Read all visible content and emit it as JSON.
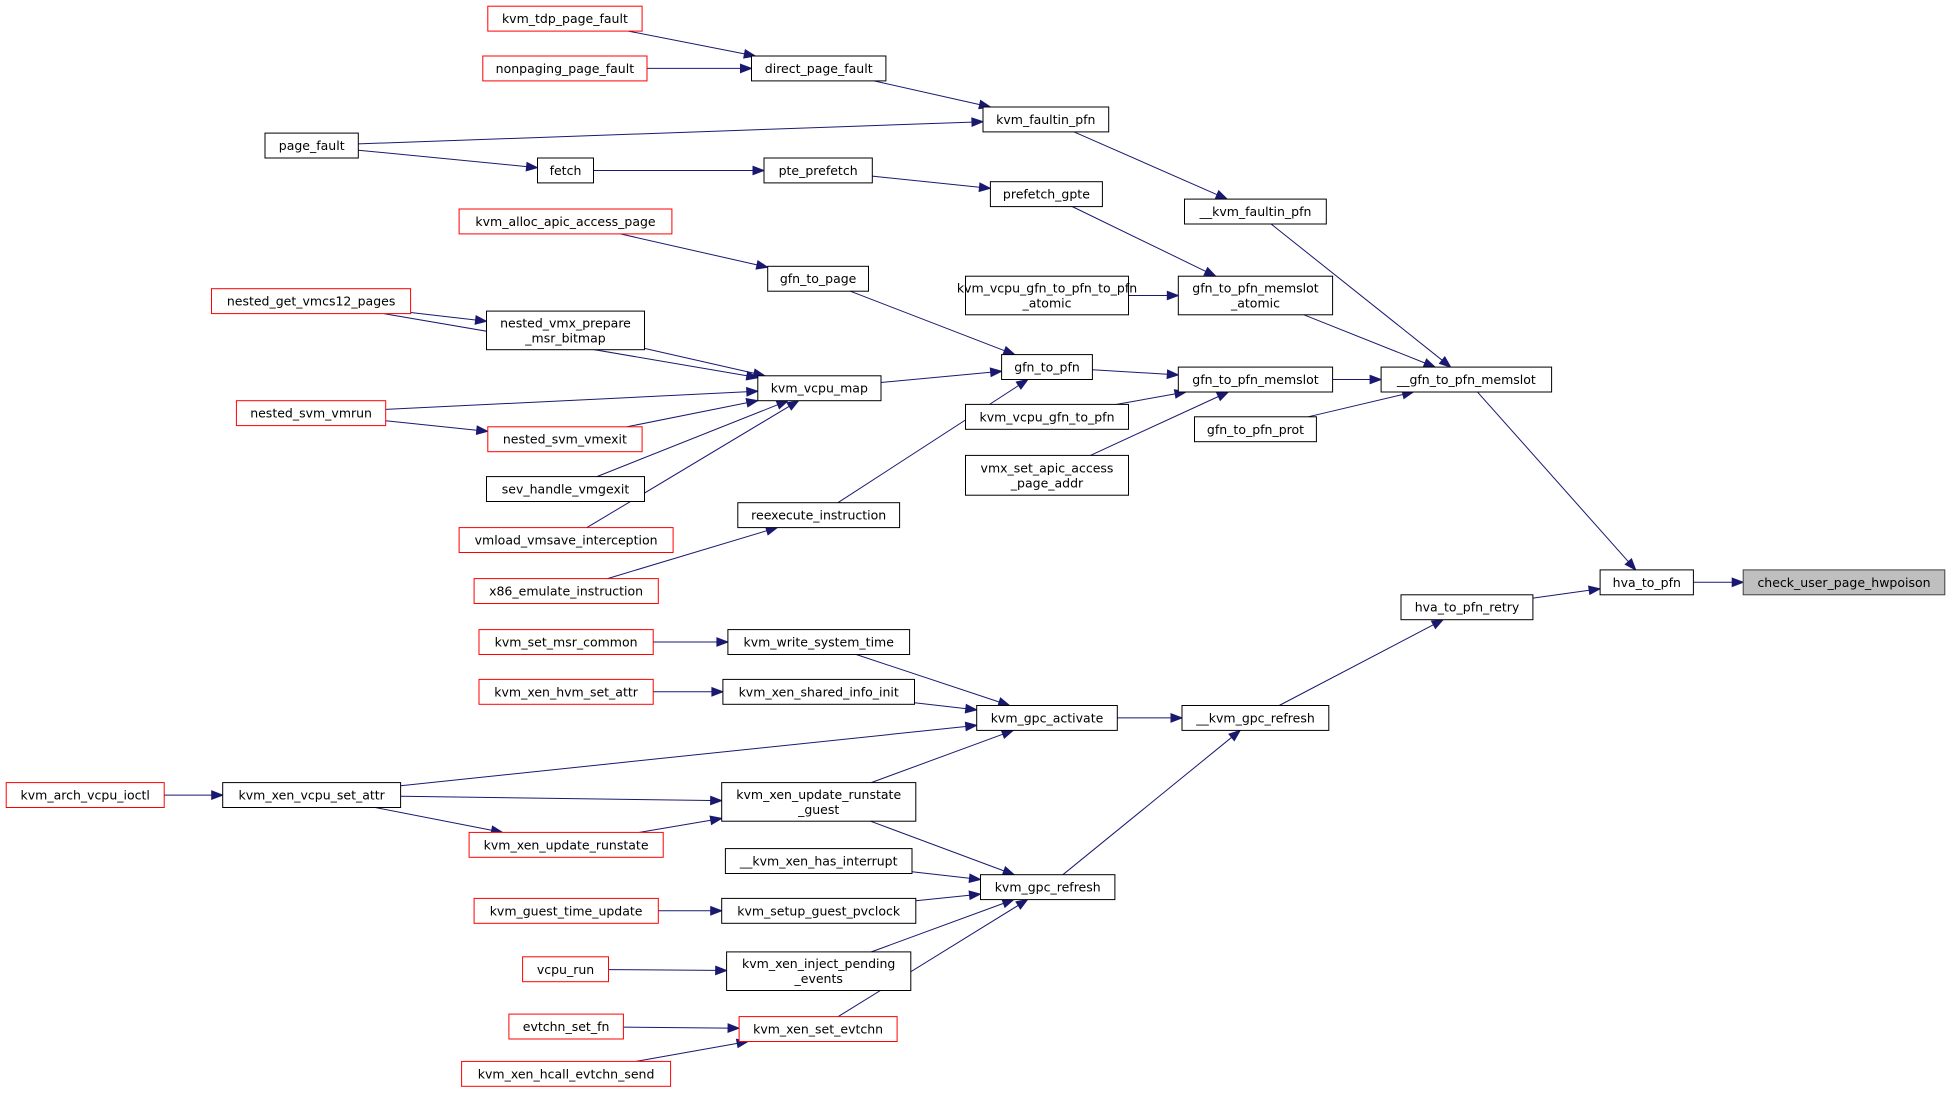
{
  "diagram": {
    "nodes": [
      {
        "id": "check_user_page_hwpoison",
        "lines": [
          "check_user_page_hwpoison"
        ],
        "style": "highlight"
      },
      {
        "id": "hva_to_pfn",
        "lines": [
          "hva_to_pfn"
        ],
        "style": "black"
      },
      {
        "id": "__gfn_to_pfn_memslot",
        "lines": [
          "__gfn_to_pfn_memslot"
        ],
        "style": "black"
      },
      {
        "id": "hva_to_pfn_retry",
        "lines": [
          "hva_to_pfn_retry"
        ],
        "style": "black"
      },
      {
        "id": "__kvm_faultin_pfn",
        "lines": [
          "__kvm_faultin_pfn"
        ],
        "style": "black"
      },
      {
        "id": "gfn_to_pfn_memslot_atomic",
        "lines": [
          "gfn_to_pfn_memslot",
          "_atomic"
        ],
        "style": "black"
      },
      {
        "id": "gfn_to_pfn_memslot",
        "lines": [
          "gfn_to_pfn_memslot"
        ],
        "style": "black"
      },
      {
        "id": "gfn_to_pfn_prot",
        "lines": [
          "gfn_to_pfn_prot"
        ],
        "style": "black"
      },
      {
        "id": "__kvm_gpc_refresh",
        "lines": [
          "__kvm_gpc_refresh"
        ],
        "style": "black"
      },
      {
        "id": "kvm_faultin_pfn",
        "lines": [
          "kvm_faultin_pfn"
        ],
        "style": "black"
      },
      {
        "id": "prefetch_gpte",
        "lines": [
          "prefetch_gpte"
        ],
        "style": "black"
      },
      {
        "id": "kvm_vcpu_gfn_to_pfn_atomic",
        "lines": [
          "kvm_vcpu_gfn_to_pfn_to_pfn",
          "_atomic"
        ],
        "style": "black"
      },
      {
        "id": "gfn_to_pfn",
        "lines": [
          "gfn_to_pfn"
        ],
        "style": "black"
      },
      {
        "id": "kvm_vcpu_gfn_to_pfn",
        "lines": [
          "kvm_vcpu_gfn_to_pfn"
        ],
        "style": "black"
      },
      {
        "id": "vmx_set_apic_access_page_addr",
        "lines": [
          "vmx_set_apic_access",
          "_page_addr"
        ],
        "style": "black"
      },
      {
        "id": "kvm_gpc_activate",
        "lines": [
          "kvm_gpc_activate"
        ],
        "style": "black"
      },
      {
        "id": "kvm_gpc_refresh",
        "lines": [
          "kvm_gpc_refresh"
        ],
        "style": "black"
      },
      {
        "id": "direct_page_fault",
        "lines": [
          "direct_page_fault"
        ],
        "style": "black"
      },
      {
        "id": "pte_prefetch",
        "lines": [
          "pte_prefetch"
        ],
        "style": "black"
      },
      {
        "id": "gfn_to_page",
        "lines": [
          "gfn_to_page"
        ],
        "style": "black"
      },
      {
        "id": "kvm_vcpu_map",
        "lines": [
          "kvm_vcpu_map"
        ],
        "style": "black"
      },
      {
        "id": "reexecute_instruction",
        "lines": [
          "reexecute_instruction"
        ],
        "style": "black"
      },
      {
        "id": "kvm_write_system_time",
        "lines": [
          "kvm_write_system_time"
        ],
        "style": "black"
      },
      {
        "id": "kvm_xen_shared_info_init",
        "lines": [
          "kvm_xen_shared_info_init"
        ],
        "style": "black"
      },
      {
        "id": "kvm_xen_update_runstate_guest",
        "lines": [
          "kvm_xen_update_runstate",
          "_guest"
        ],
        "style": "black"
      },
      {
        "id": "__kvm_xen_has_interrupt",
        "lines": [
          "__kvm_xen_has_interrupt"
        ],
        "style": "black"
      },
      {
        "id": "kvm_setup_guest_pvclock",
        "lines": [
          "kvm_setup_guest_pvclock"
        ],
        "style": "black"
      },
      {
        "id": "kvm_xen_inject_pending_events",
        "lines": [
          "kvm_xen_inject_pending",
          "_events"
        ],
        "style": "black"
      },
      {
        "id": "kvm_xen_set_evtchn",
        "lines": [
          "kvm_xen_set_evtchn"
        ],
        "style": "red"
      },
      {
        "id": "kvm_tdp_page_fault",
        "lines": [
          "kvm_tdp_page_fault"
        ],
        "style": "red"
      },
      {
        "id": "nonpaging_page_fault",
        "lines": [
          "nonpaging_page_fault"
        ],
        "style": "red"
      },
      {
        "id": "fetch",
        "lines": [
          "fetch"
        ],
        "style": "black"
      },
      {
        "id": "kvm_alloc_apic_access_page",
        "lines": [
          "kvm_alloc_apic_access_page"
        ],
        "style": "red"
      },
      {
        "id": "nested_vmx_prepare_msr_bitmap",
        "lines": [
          "nested_vmx_prepare",
          "_msr_bitmap"
        ],
        "style": "black"
      },
      {
        "id": "nested_svm_vmexit",
        "lines": [
          "nested_svm_vmexit"
        ],
        "style": "red"
      },
      {
        "id": "sev_handle_vmgexit",
        "lines": [
          "sev_handle_vmgexit"
        ],
        "style": "black"
      },
      {
        "id": "vmload_vmsave_interception",
        "lines": [
          "vmload_vmsave_interception"
        ],
        "style": "red"
      },
      {
        "id": "x86_emulate_instruction",
        "lines": [
          "x86_emulate_instruction"
        ],
        "style": "red"
      },
      {
        "id": "kvm_set_msr_common",
        "lines": [
          "kvm_set_msr_common"
        ],
        "style": "red"
      },
      {
        "id": "kvm_xen_hvm_set_attr",
        "lines": [
          "kvm_xen_hvm_set_attr"
        ],
        "style": "red"
      },
      {
        "id": "kvm_xen_update_runstate",
        "lines": [
          "kvm_xen_update_runstate"
        ],
        "style": "red"
      },
      {
        "id": "kvm_guest_time_update",
        "lines": [
          "kvm_guest_time_update"
        ],
        "style": "red"
      },
      {
        "id": "vcpu_run",
        "lines": [
          "vcpu_run"
        ],
        "style": "red"
      },
      {
        "id": "evtchn_set_fn",
        "lines": [
          "evtchn_set_fn"
        ],
        "style": "red"
      },
      {
        "id": "kvm_xen_hcall_evtchn_send",
        "lines": [
          "kvm_xen_hcall_evtchn_send"
        ],
        "style": "red"
      },
      {
        "id": "page_fault",
        "lines": [
          "page_fault"
        ],
        "style": "black"
      },
      {
        "id": "nested_get_vmcs12_pages",
        "lines": [
          "nested_get_vmcs12_pages"
        ],
        "style": "red"
      },
      {
        "id": "nested_svm_vmrun",
        "lines": [
          "nested_svm_vmrun"
        ],
        "style": "red"
      },
      {
        "id": "kvm_xen_vcpu_set_attr",
        "lines": [
          "kvm_xen_vcpu_set_attr"
        ],
        "style": "black"
      },
      {
        "id": "kvm_arch_vcpu_ioctl",
        "lines": [
          "kvm_arch_vcpu_ioctl"
        ],
        "style": "red"
      }
    ],
    "edges": [
      {
        "from": "hva_to_pfn",
        "to": "check_user_page_hwpoison"
      },
      {
        "from": "__gfn_to_pfn_memslot",
        "to": "hva_to_pfn"
      },
      {
        "from": "hva_to_pfn_retry",
        "to": "hva_to_pfn"
      },
      {
        "from": "__kvm_faultin_pfn",
        "to": "__gfn_to_pfn_memslot"
      },
      {
        "from": "gfn_to_pfn_memslot_atomic",
        "to": "__gfn_to_pfn_memslot"
      },
      {
        "from": "gfn_to_pfn_memslot",
        "to": "__gfn_to_pfn_memslot"
      },
      {
        "from": "gfn_to_pfn_prot",
        "to": "__gfn_to_pfn_memslot"
      },
      {
        "from": "__kvm_gpc_refresh",
        "to": "hva_to_pfn_retry"
      },
      {
        "from": "kvm_faultin_pfn",
        "to": "__kvm_faultin_pfn"
      },
      {
        "from": "prefetch_gpte",
        "to": "gfn_to_pfn_memslot_atomic"
      },
      {
        "from": "kvm_vcpu_gfn_to_pfn_atomic",
        "to": "gfn_to_pfn_memslot_atomic"
      },
      {
        "from": "gfn_to_pfn",
        "to": "gfn_to_pfn_memslot"
      },
      {
        "from": "kvm_vcpu_gfn_to_pfn",
        "to": "gfn_to_pfn_memslot"
      },
      {
        "from": "vmx_set_apic_access_page_addr",
        "to": "gfn_to_pfn_memslot"
      },
      {
        "from": "kvm_gpc_activate",
        "to": "__kvm_gpc_refresh"
      },
      {
        "from": "kvm_gpc_refresh",
        "to": "__kvm_gpc_refresh"
      },
      {
        "from": "direct_page_fault",
        "to": "kvm_faultin_pfn"
      },
      {
        "from": "page_fault",
        "to": "kvm_faultin_pfn"
      },
      {
        "from": "pte_prefetch",
        "to": "prefetch_gpte"
      },
      {
        "from": "gfn_to_page",
        "to": "gfn_to_pfn"
      },
      {
        "from": "kvm_vcpu_map",
        "to": "gfn_to_pfn"
      },
      {
        "from": "reexecute_instruction",
        "to": "gfn_to_pfn"
      },
      {
        "from": "kvm_write_system_time",
        "to": "kvm_gpc_activate"
      },
      {
        "from": "kvm_xen_shared_info_init",
        "to": "kvm_gpc_activate"
      },
      {
        "from": "kvm_xen_vcpu_set_attr",
        "to": "kvm_gpc_activate"
      },
      {
        "from": "kvm_xen_update_runstate_guest",
        "to": "kvm_gpc_activate"
      },
      {
        "from": "kvm_xen_update_runstate_guest",
        "to": "kvm_gpc_refresh"
      },
      {
        "from": "__kvm_xen_has_interrupt",
        "to": "kvm_gpc_refresh"
      },
      {
        "from": "kvm_setup_guest_pvclock",
        "to": "kvm_gpc_refresh"
      },
      {
        "from": "kvm_xen_inject_pending_events",
        "to": "kvm_gpc_refresh"
      },
      {
        "from": "kvm_xen_set_evtchn",
        "to": "kvm_gpc_refresh"
      },
      {
        "from": "kvm_tdp_page_fault",
        "to": "direct_page_fault"
      },
      {
        "from": "nonpaging_page_fault",
        "to": "direct_page_fault"
      },
      {
        "from": "fetch",
        "to": "pte_prefetch"
      },
      {
        "from": "page_fault",
        "to": "fetch"
      },
      {
        "from": "kvm_alloc_apic_access_page",
        "to": "gfn_to_page"
      },
      {
        "from": "nested_get_vmcs12_pages",
        "to": "kvm_vcpu_map"
      },
      {
        "from": "nested_vmx_prepare_msr_bitmap",
        "to": "kvm_vcpu_map"
      },
      {
        "from": "nested_svm_vmrun",
        "to": "kvm_vcpu_map"
      },
      {
        "from": "nested_svm_vmexit",
        "to": "kvm_vcpu_map"
      },
      {
        "from": "sev_handle_vmgexit",
        "to": "kvm_vcpu_map"
      },
      {
        "from": "vmload_vmsave_interception",
        "to": "kvm_vcpu_map"
      },
      {
        "from": "nested_get_vmcs12_pages",
        "to": "nested_vmx_prepare_msr_bitmap"
      },
      {
        "from": "nested_svm_vmrun",
        "to": "nested_svm_vmexit"
      },
      {
        "from": "x86_emulate_instruction",
        "to": "reexecute_instruction"
      },
      {
        "from": "kvm_set_msr_common",
        "to": "kvm_write_system_time"
      },
      {
        "from": "kvm_xen_hvm_set_attr",
        "to": "kvm_xen_shared_info_init"
      },
      {
        "from": "kvm_xen_vcpu_set_attr",
        "to": "kvm_xen_update_runstate_guest"
      },
      {
        "from": "kvm_xen_update_runstate",
        "to": "kvm_xen_update_runstate_guest"
      },
      {
        "from": "kvm_xen_vcpu_set_attr",
        "to": "kvm_xen_update_runstate"
      },
      {
        "from": "kvm_guest_time_update",
        "to": "kvm_setup_guest_pvclock"
      },
      {
        "from": "vcpu_run",
        "to": "kvm_xen_inject_pending_events"
      },
      {
        "from": "evtchn_set_fn",
        "to": "kvm_xen_set_evtchn"
      },
      {
        "from": "kvm_xen_hcall_evtchn_send",
        "to": "kvm_xen_set_evtchn"
      },
      {
        "from": "kvm_arch_vcpu_ioctl",
        "to": "kvm_xen_vcpu_set_attr"
      }
    ]
  }
}
